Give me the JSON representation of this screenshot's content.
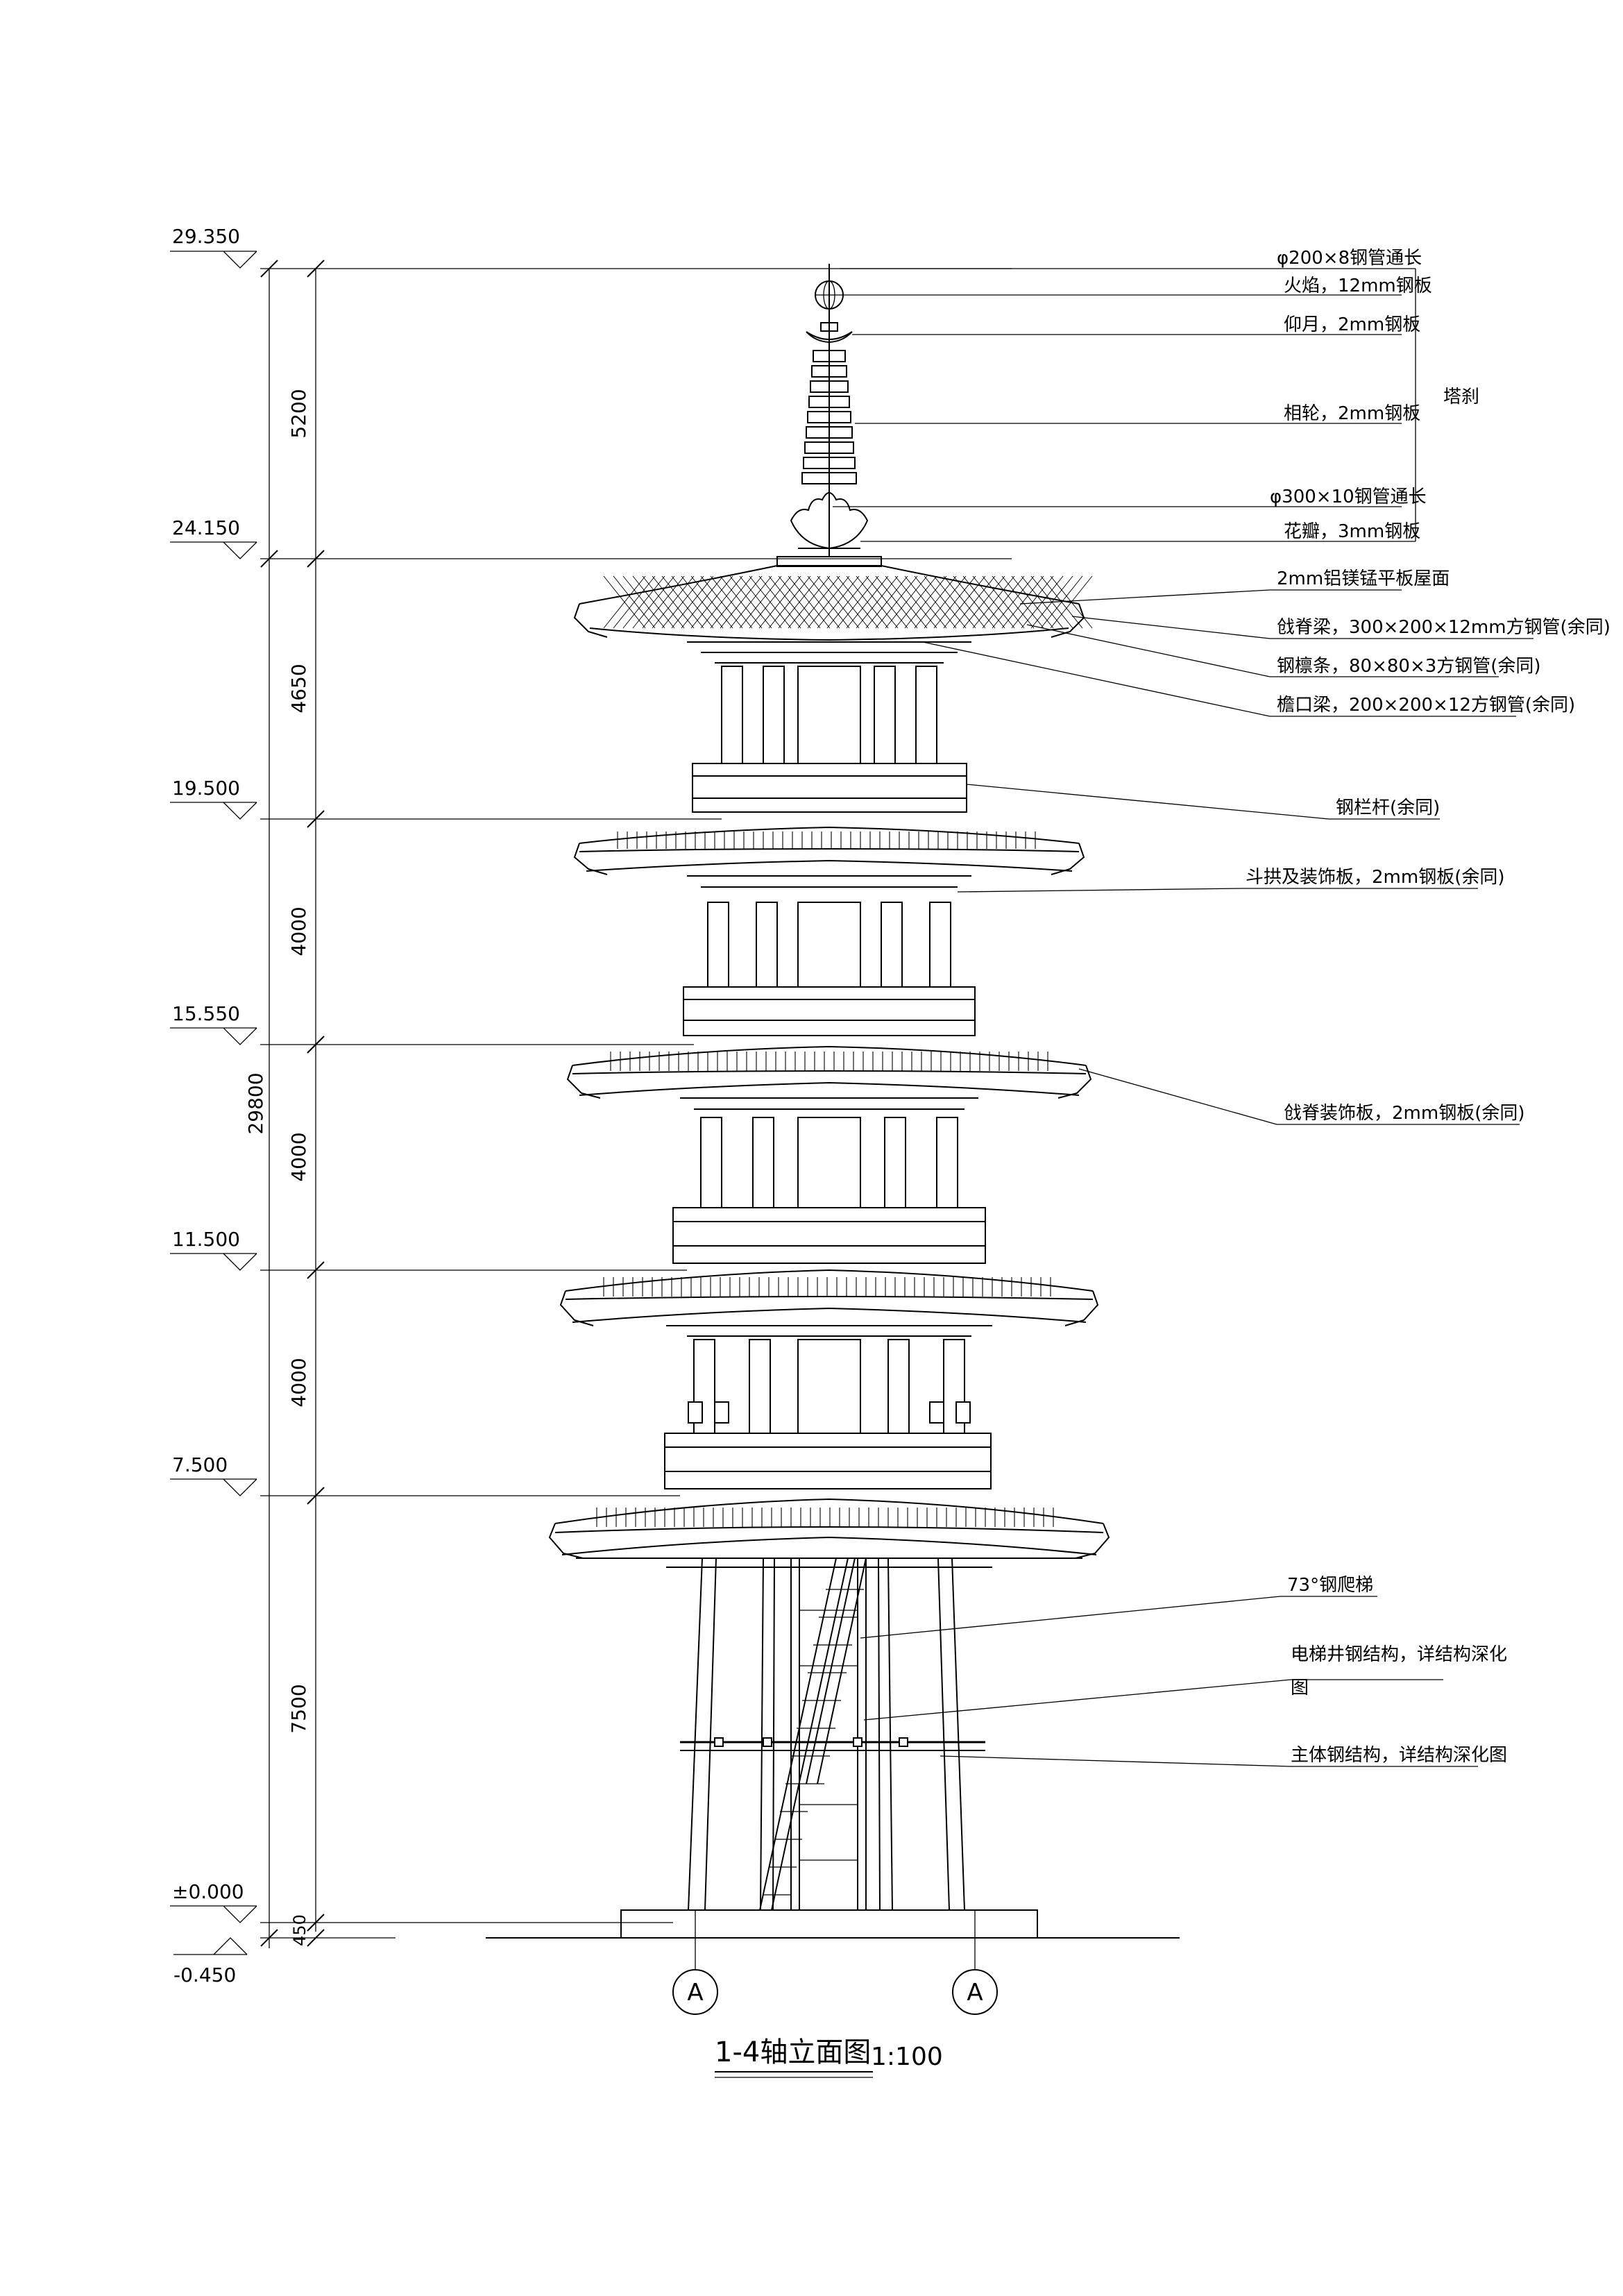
{
  "elevations": [
    {
      "id": "e29350",
      "text": "29.350"
    },
    {
      "id": "e24150",
      "text": "24.150"
    },
    {
      "id": "e19500",
      "text": "19.500"
    },
    {
      "id": "e15550",
      "text": "15.550"
    },
    {
      "id": "e11500",
      "text": "11.500"
    },
    {
      "id": "e7500",
      "text": "7.500"
    },
    {
      "id": "e0",
      "text": "±0.000"
    },
    {
      "id": "em450",
      "text": "-0.450"
    }
  ],
  "dimensions": {
    "d5200": "5200",
    "d4650": "4650",
    "d4000a": "4000",
    "d4000b": "4000",
    "d4000c": "4000",
    "d7500": "7500",
    "d450": "450",
    "total": "29800"
  },
  "annotations": {
    "pipe200": "φ200×8钢管通长",
    "flame": "火焰，12mm钢板",
    "moon": "仰月，2mm钢板",
    "rings": "相轮，2mm钢板",
    "pipe300": "φ300×10钢管通长",
    "petal": "花瓣，3mm钢板",
    "spire_group": "塔刹",
    "roof": "2mm铝镁锰平板屋面",
    "ridge_beam": "戗脊梁，300×200×12mm方钢管(余同)",
    "purlin": "钢檩条，80×80×3方钢管(余同)",
    "eave_beam": "檐口梁，200×200×12方钢管(余同)",
    "railing": "钢栏杆(余同)",
    "bracket": "斗拱及装饰板，2mm钢板(余同)",
    "ridge_deco": "戗脊装饰板，2mm钢板(余同)",
    "ladder": "73°钢爬梯",
    "elevator_l1": "电梯井钢结构，详结构深化",
    "elevator_l2": "图",
    "main_structure": "主体钢结构，详结构深化图"
  },
  "axes": {
    "left": "A",
    "right": "A"
  },
  "title": {
    "name": "1-4轴立面图",
    "scale": "1:100"
  }
}
